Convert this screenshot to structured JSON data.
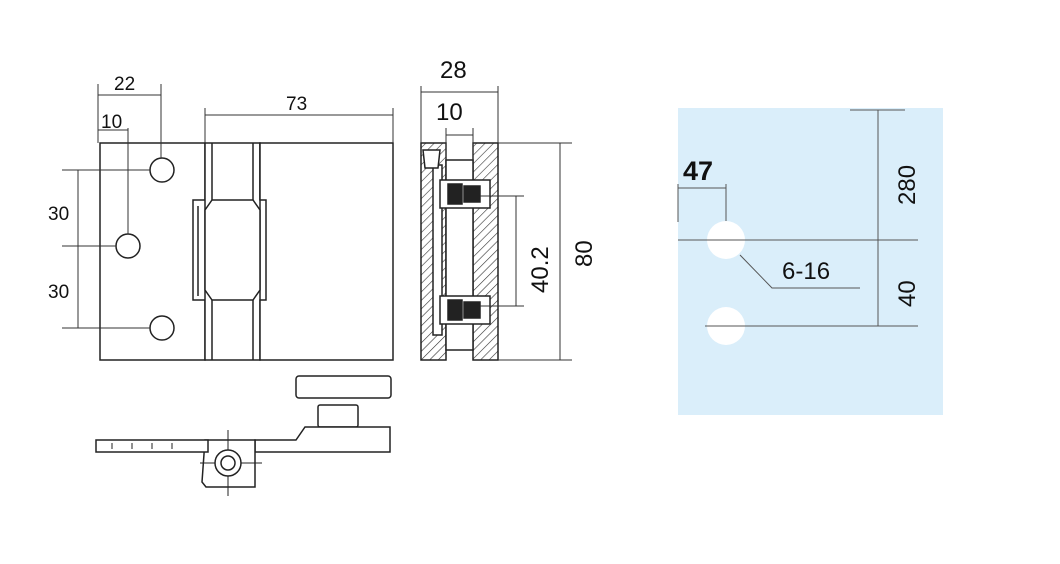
{
  "colors": {
    "line": "#222222",
    "dim_line": "#333333",
    "glass_panel": "#daeefa",
    "hole_fill": "#ffffff"
  },
  "front_view": {
    "dim_22": "22",
    "dim_10": "10",
    "dim_73": "73",
    "dim_30_top": "30",
    "dim_30_bottom": "30"
  },
  "side_view": {
    "dim_28": "28",
    "dim_10": "10",
    "dim_40_2": "40.2",
    "dim_80": "80"
  },
  "glass_cutout": {
    "dim_47": "47",
    "dim_6_16": "6-16",
    "dim_280": "280",
    "dim_40": "40"
  }
}
